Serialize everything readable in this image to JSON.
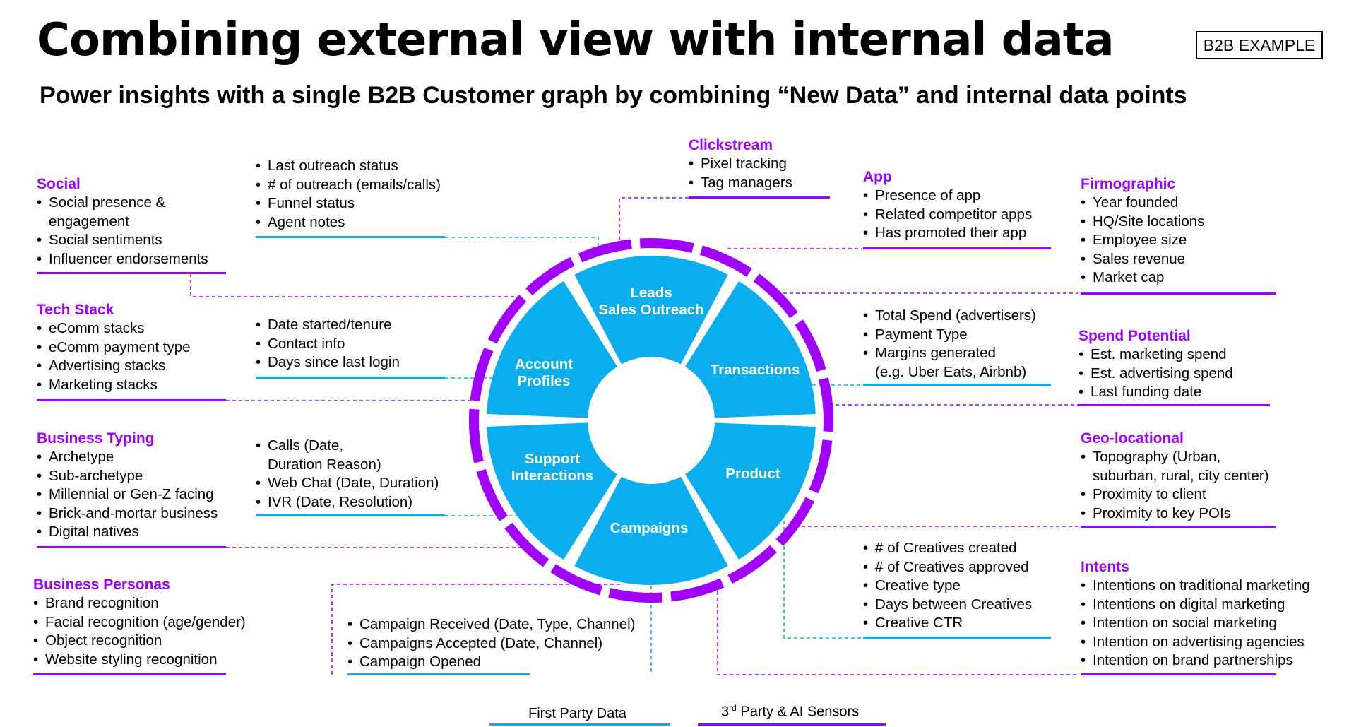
{
  "title": "Combining external view with internal data",
  "subtitle": "Power insights with a single B2B Customer graph by combining “New Data” and internal data points",
  "badge": "B2B EXAMPLE",
  "colors": {
    "third_party": "#a100ff",
    "first_party": "#0aaeee",
    "wheel": "#0aaeee",
    "ring": "#a100ff"
  },
  "wheel": {
    "segments": {
      "leads": [
        "Leads",
        "Sales Outreach"
      ],
      "transactions": [
        "Transactions"
      ],
      "product": [
        "Product"
      ],
      "campaigns": [
        "Campaigns"
      ],
      "support": [
        "Support",
        "Interactions"
      ],
      "account": [
        "Account",
        "Profiles"
      ]
    }
  },
  "third_party": {
    "social": {
      "title": "Social",
      "items": [
        "Social presence & ",
        "engagement",
        "Social sentiments",
        "Influencer endorsements"
      ]
    },
    "tech_stack": {
      "title": "Tech Stack",
      "items": [
        "eComm stacks",
        "eComm payment type",
        "Advertising stacks",
        "Marketing stacks"
      ]
    },
    "business_typing": {
      "title": "Business Typing",
      "items": [
        "Archetype",
        "Sub-archetype",
        "Millennial or Gen-Z facing",
        "Brick-and-mortar business",
        "Digital natives"
      ]
    },
    "business_personas": {
      "title": "Business Personas",
      "items": [
        "Brand recognition",
        "Facial recognition (age/gender)",
        "Object recognition",
        "Website styling recognition"
      ]
    },
    "clickstream": {
      "title": "Clickstream",
      "items": [
        "Pixel tracking",
        "Tag managers"
      ]
    },
    "app": {
      "title": "App",
      "items": [
        "Presence of app",
        "Related competitor apps",
        "Has promoted their app"
      ]
    },
    "firmographic": {
      "title": "Firmographic",
      "items": [
        "Year founded",
        "HQ/Site locations",
        "Employee size",
        "Sales revenue",
        "Market cap"
      ]
    },
    "spend_potential": {
      "title": "Spend Potential",
      "items": [
        "Est. marketing spend",
        "Est. advertising spend",
        "Last funding date"
      ]
    },
    "geo_locational": {
      "title": "Geo-locational",
      "items": [
        "Topography (Urban,",
        "suburban, rural, city center)",
        "Proximity to client",
        "Proximity to key POIs"
      ]
    },
    "intents": {
      "title": "Intents",
      "items": [
        "Intentions on traditional marketing",
        "Intentions on digital marketing",
        "Intention on social marketing",
        "Intention on advertising agencies",
        "Intention on brand partnerships"
      ]
    }
  },
  "first_party": {
    "leads": {
      "items": [
        "Last outreach status",
        "# of outreach (emails/calls)",
        "Funnel status",
        "Agent notes"
      ]
    },
    "account": {
      "items": [
        "Date started/tenure",
        "Contact info",
        "Days since last login"
      ]
    },
    "support": {
      "items": [
        "Calls (Date,",
        "Duration Reason)",
        "Web Chat (Date, Duration)",
        "IVR (Date, Resolution)"
      ]
    },
    "campaigns": {
      "items": [
        "Campaign Received (Date, Type, Channel)",
        "Campaigns Accepted (Date, Channel)",
        "Campaign Opened"
      ]
    },
    "transactions": {
      "items": [
        "Total Spend (advertisers)",
        "Payment Type",
        "Margins generated",
        "(e.g. Uber Eats, Airbnb)"
      ]
    },
    "product": {
      "items": [
        "# of Creatives created",
        "# of Creatives approved",
        "Creative type",
        "Days between Creatives",
        "Creative CTR"
      ]
    }
  },
  "legend": {
    "first_party": "First Party Data",
    "third_party_prefix": "3",
    "third_party_sup": "rd",
    "third_party_rest": " Party & AI Sensors"
  }
}
